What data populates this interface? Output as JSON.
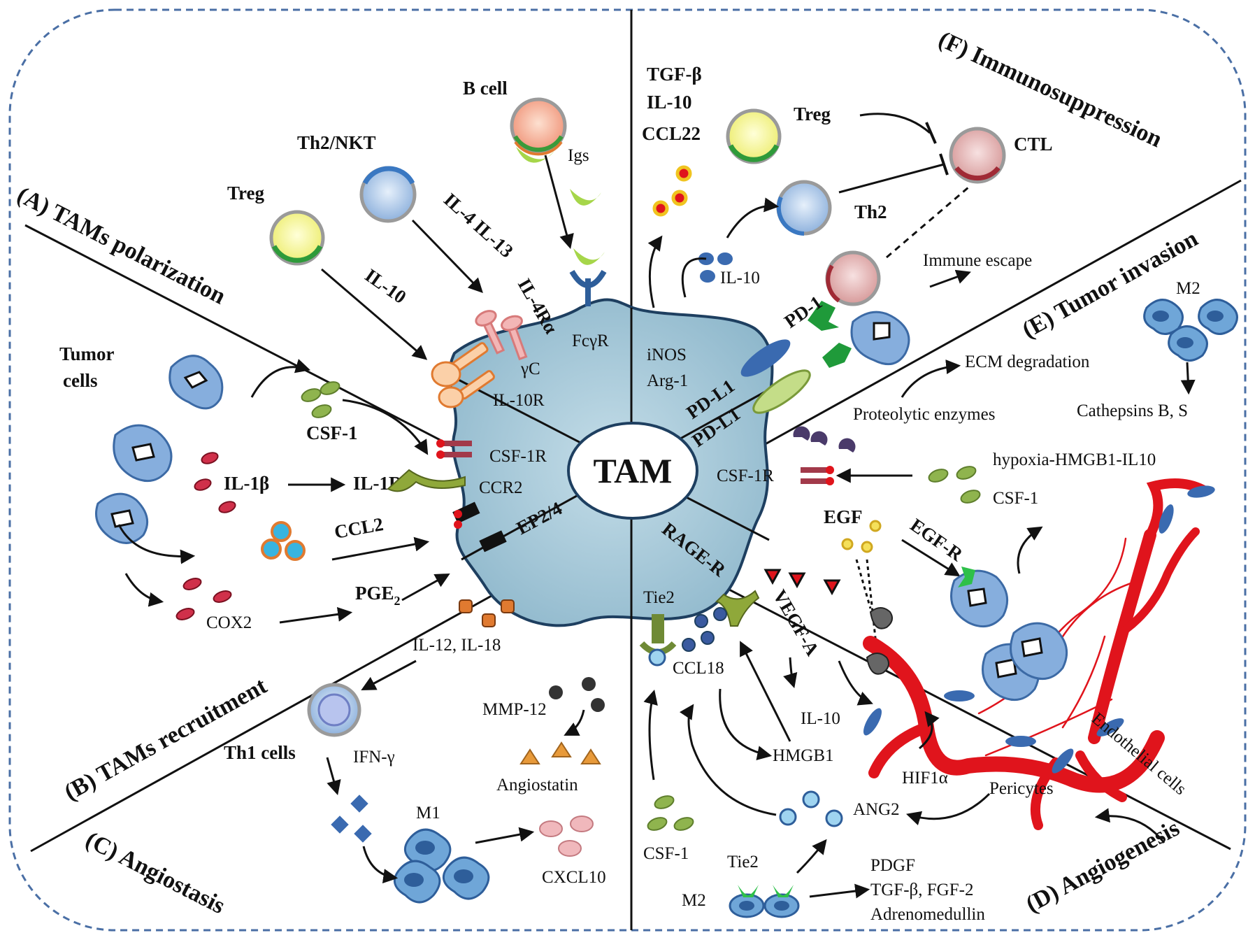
{
  "colors": {
    "tam_body": "#9fc4d6",
    "vessel": "#e0141c",
    "cell_blue": "#7fa8d4",
    "treg_yellow": "#f2f28a",
    "treg_ring": "#2e9a3a",
    "receptor_green": "#8fbf3a",
    "frame_dash": "#4a6fa5"
  },
  "center": {
    "label": "TAM"
  },
  "sections": {
    "A": "(A) TAMs polarization",
    "B": "(B) TAMs recruitment",
    "C": "(C) Angiostasis",
    "D": "(D) Angiogenesis",
    "E": "(E) Tumor invasion",
    "F": "(F) Immunosuppression"
  },
  "polarization": {
    "treg": "Treg",
    "th2nkt": "Th2/NKT",
    "bcell": "B cell",
    "igs": "Igs",
    "il10": "IL-10",
    "il4il13": "IL-4 IL-13",
    "il4ra": "IL-4Rα",
    "gammac": "γC",
    "il10r": "IL-10R",
    "fcgr": "FcγR"
  },
  "recruitment": {
    "tumor_cells_1": "Tumor",
    "tumor_cells_2": "cells",
    "csf1": "CSF-1",
    "csf1r": "CSF-1R",
    "il1b": "IL-1β",
    "il1r": "IL-1R",
    "ccr2": "CCR2",
    "ccl2": "CCL2",
    "ep24": "EP2/4",
    "pge2": "PGE",
    "pge2_sub": "2",
    "cox2": "COX2"
  },
  "angiostasis": {
    "il12il18": "IL-12, IL-18",
    "th1": "Th1 cells",
    "ifng": "IFN-γ",
    "mmp12": "MMP-12",
    "angiostatin": "Angiostatin",
    "m1": "M1",
    "cxcl10": "CXCL10"
  },
  "angiogenesis": {
    "rager": "RAGE-R",
    "tie2_top": "Tie2",
    "vegfa": "VEGF-A",
    "ccl18": "CCL18",
    "il10": "IL-10",
    "hmgb1": "HMGB1",
    "hif1a": "HIF1α",
    "pericytes": "Pericytes",
    "endothelial": "Endothelial cells",
    "ang2": "ANG2",
    "csf1": "CSF-1",
    "tie2_bottom": "Tie2",
    "m2": "M2",
    "pdgf": "PDGF",
    "tgfb_fgf2": "TGF-β, FGF-2",
    "adrenomedullin": "Adrenomedullin"
  },
  "invasion": {
    "m2": "M2",
    "ecm": "ECM degradation",
    "cathepsins": "Cathepsins B, S",
    "proteolytic": "Proteolytic enzymes",
    "hypoxia": "hypoxia-HMGB1-IL10",
    "csf1": "CSF-1",
    "csf1r": "CSF-1R",
    "egf": "EGF",
    "egfr": "EGF-R"
  },
  "immunosuppression": {
    "tgfb": "TGF-β",
    "il10_top": "IL-10",
    "ccl22": "CCL22",
    "treg": "Treg",
    "ctl": "CTL",
    "th2": "Th2",
    "il10": "IL-10",
    "immune_escape": "Immune escape",
    "pd1": "PD-1",
    "inos": "iNOS",
    "arg1": "Arg-1",
    "pdl1_a": "PD-L1",
    "pdl1_b": "PD-L1"
  }
}
